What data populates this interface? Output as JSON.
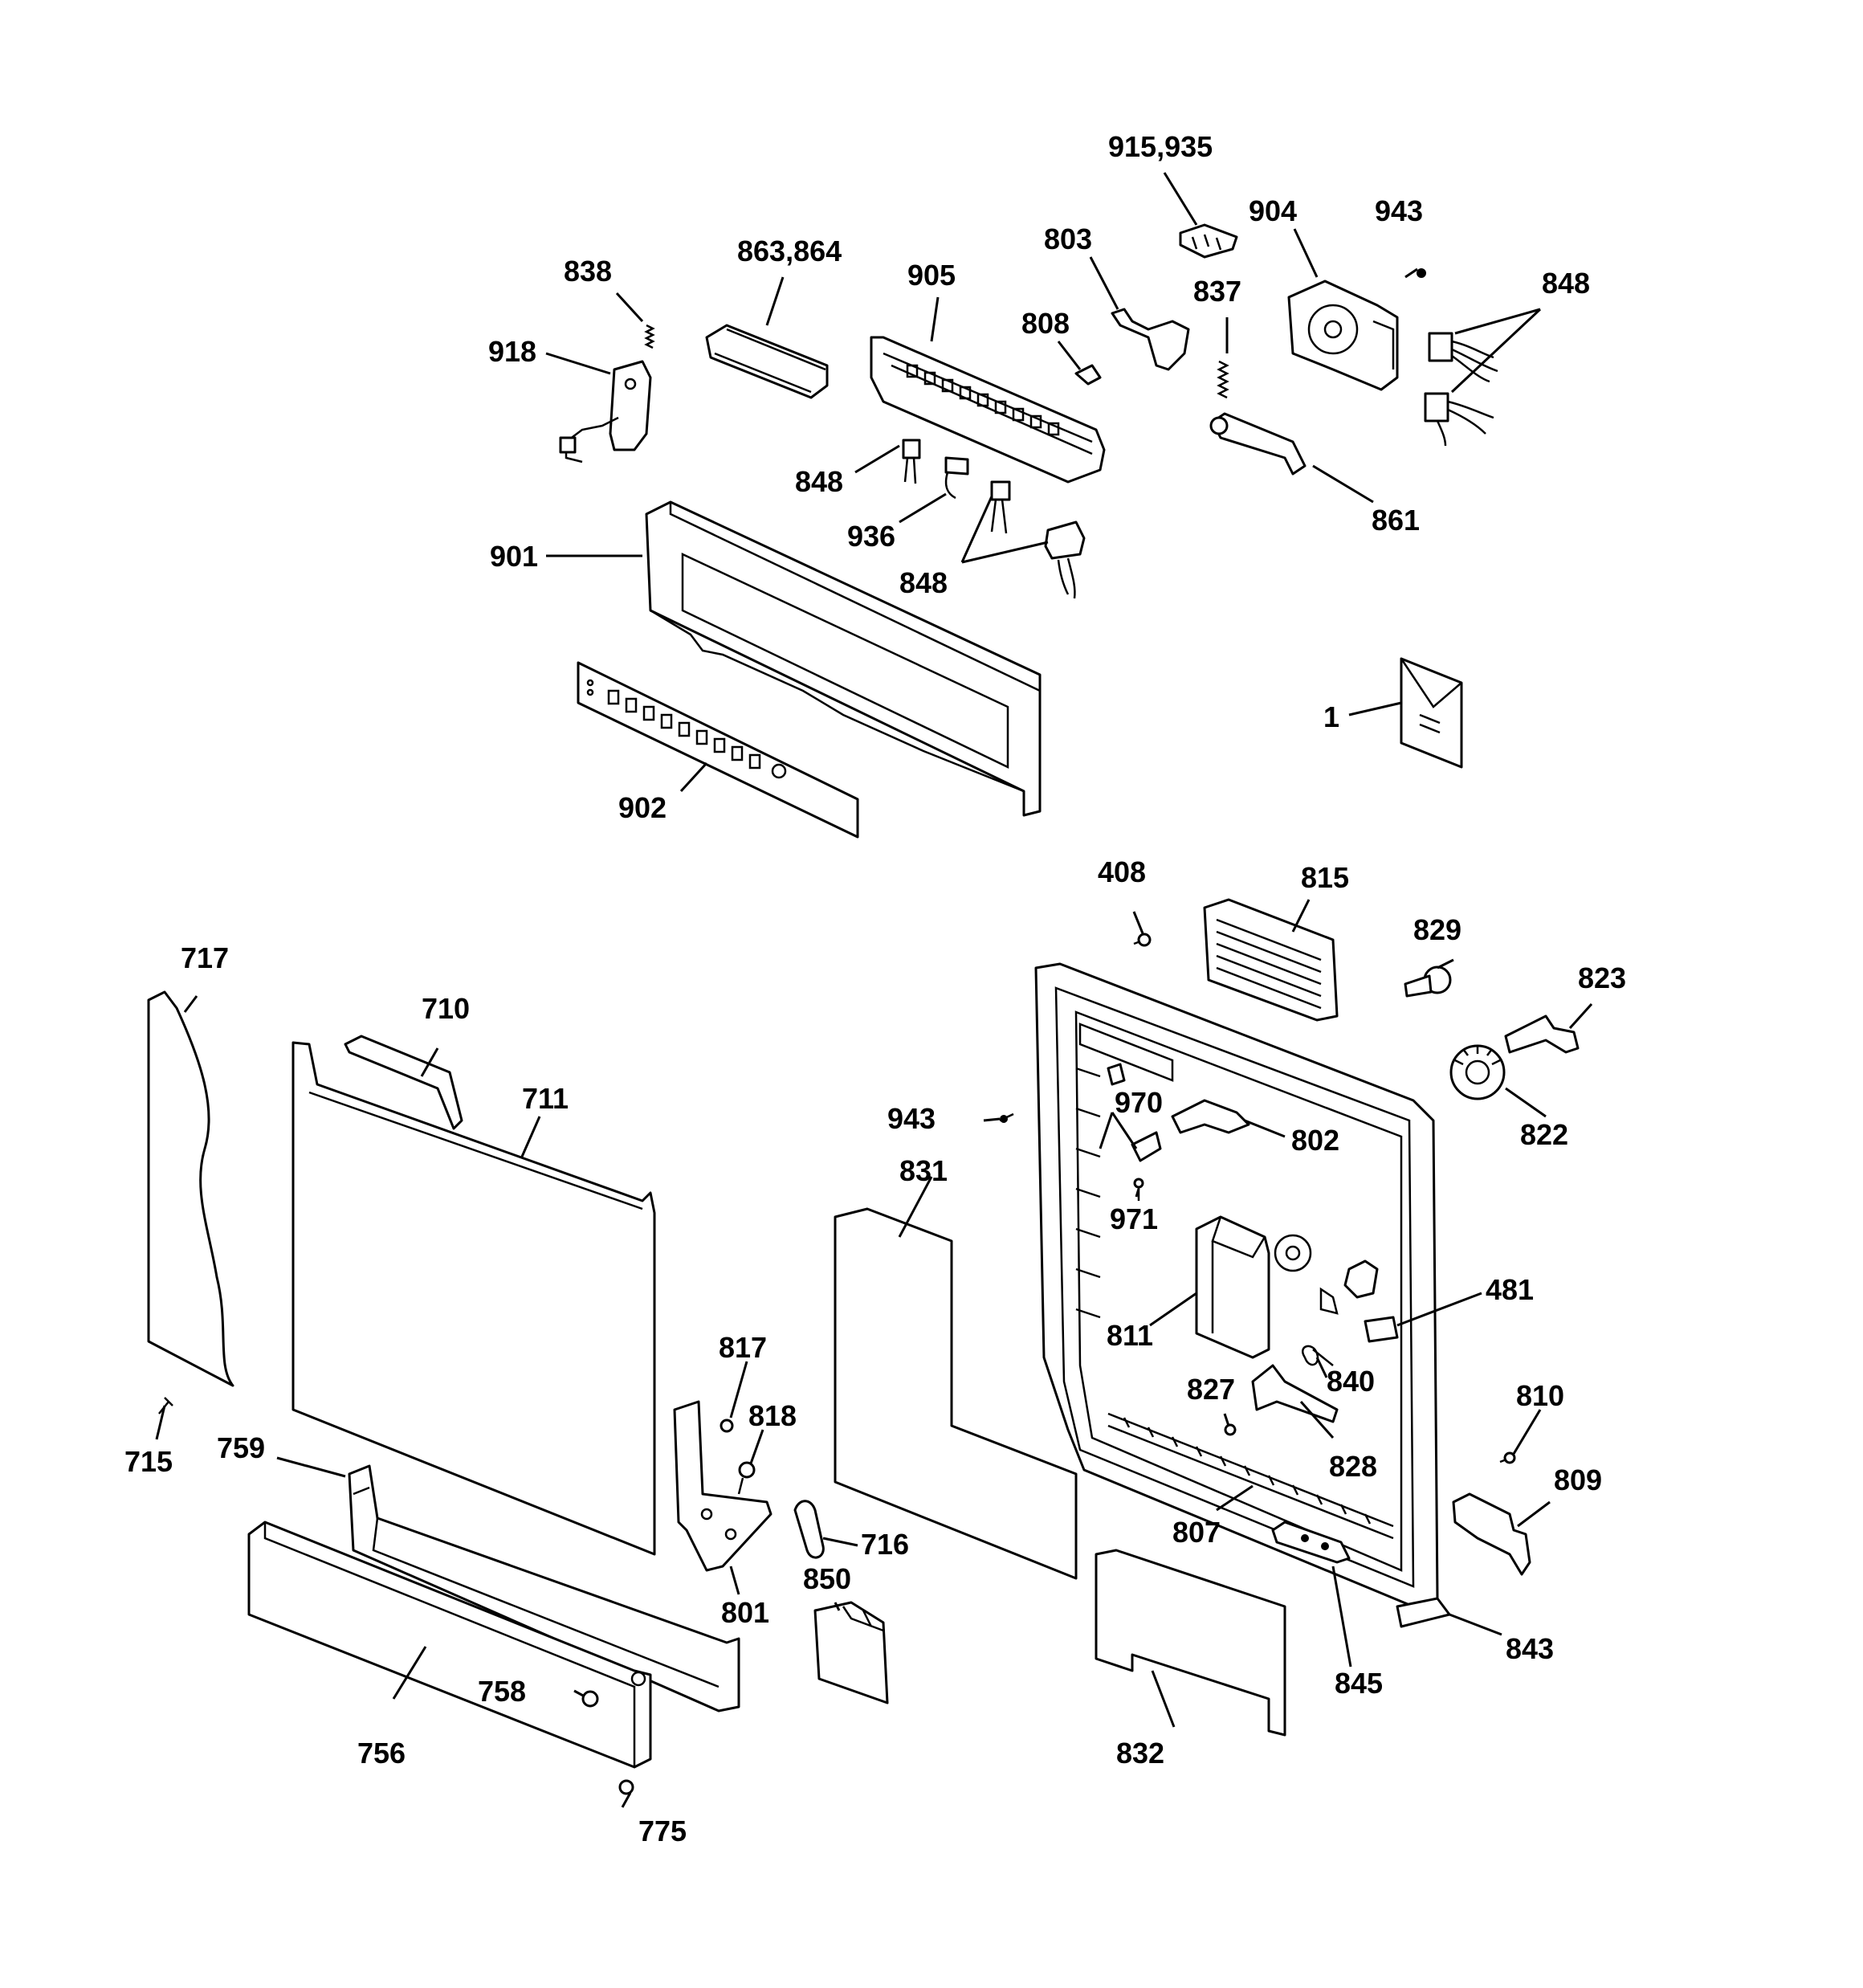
{
  "labels": {
    "l1": "1",
    "l408": "408",
    "l481": "481",
    "l710": "710",
    "l711": "711",
    "l715": "715",
    "l716": "716",
    "l717": "717",
    "l756": "756",
    "l758": "758",
    "l759": "759",
    "l775": "775",
    "l801": "801",
    "l802": "802",
    "l803": "803",
    "l807": "807",
    "l808": "808",
    "l809": "809",
    "l810": "810",
    "l811": "811",
    "l815": "815",
    "l817": "817",
    "l818": "818",
    "l822": "822",
    "l823": "823",
    "l827": "827",
    "l828": "828",
    "l829": "829",
    "l831": "831",
    "l832": "832",
    "l837": "837",
    "l838": "838",
    "l840": "840",
    "l843": "843",
    "l845": "845",
    "l848a": "848",
    "l848b": "848",
    "l848c": "848",
    "l850": "850",
    "l861": "861",
    "l863": "863,864",
    "l901": "901",
    "l902": "902",
    "l904": "904",
    "l905": "905",
    "l915": "915,935",
    "l918": "918",
    "l936": "936",
    "l943a": "943",
    "l943b": "943",
    "l970": "970",
    "l971": "971"
  }
}
